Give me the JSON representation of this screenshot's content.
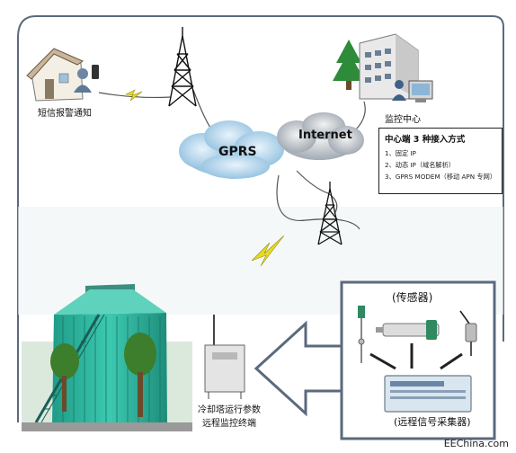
{
  "nodes": {
    "sms_alert": "短信报警通知",
    "monitoring_center": "监控中心",
    "gprs": "GPRS",
    "internet": "Internet",
    "terminal_line1": "冷却塔运行参数",
    "terminal_line2": "远程监控终端",
    "sensors": "(传感器)",
    "collector": "(远程信号采集器)"
  },
  "access_box": {
    "title": "中心端 3 种接入方式",
    "items": [
      "1、固定 IP",
      "2、动态 IP（域名解析）",
      "3、GPRS MODEM（移动 APN 专网）"
    ]
  },
  "watermark": "EEChina.com",
  "colors": {
    "frame": "#5b6a7d",
    "tower_green": "#2fb8a2",
    "cloud": "#a9cfe6",
    "arrow_border": "#5b6a7d",
    "lightning": "#e6d92a"
  }
}
